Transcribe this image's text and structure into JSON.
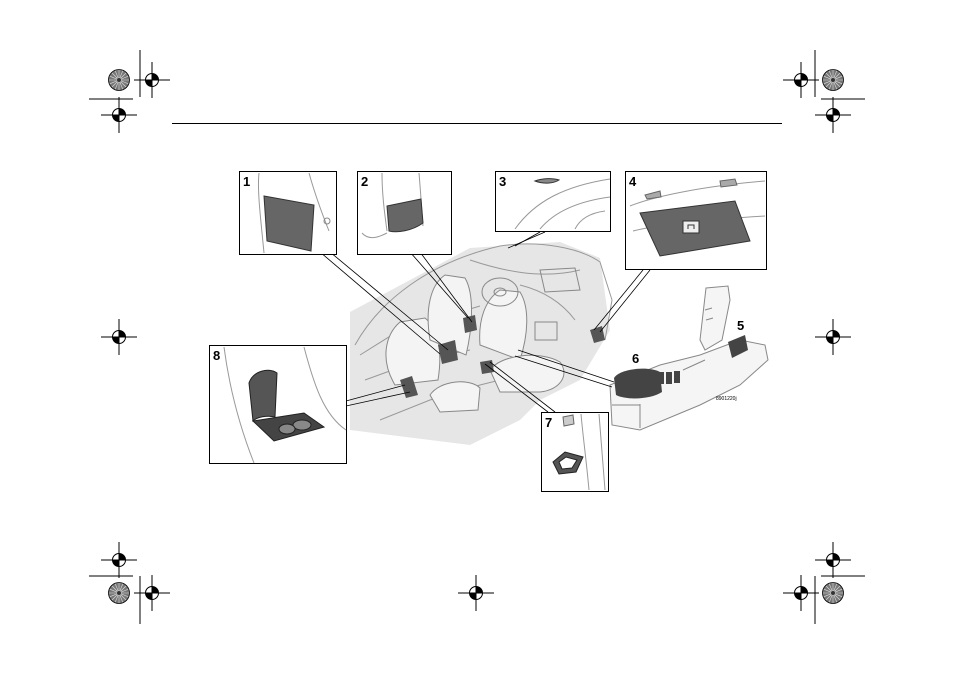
{
  "figure": {
    "image_code": "8901220j",
    "insets": [
      {
        "number": "1",
        "icon": "seat-back-pocket-icon"
      },
      {
        "number": "2",
        "icon": "seat-pocket-icon"
      },
      {
        "number": "3",
        "icon": "dashboard-holder-icon"
      },
      {
        "number": "4",
        "icon": "glove-compartment-icon"
      },
      {
        "number": "7",
        "icon": "cup-holder-icon"
      },
      {
        "number": "8",
        "icon": "rear-armrest-icon"
      }
    ],
    "callouts": [
      {
        "number": "5"
      },
      {
        "number": "6"
      }
    ]
  }
}
